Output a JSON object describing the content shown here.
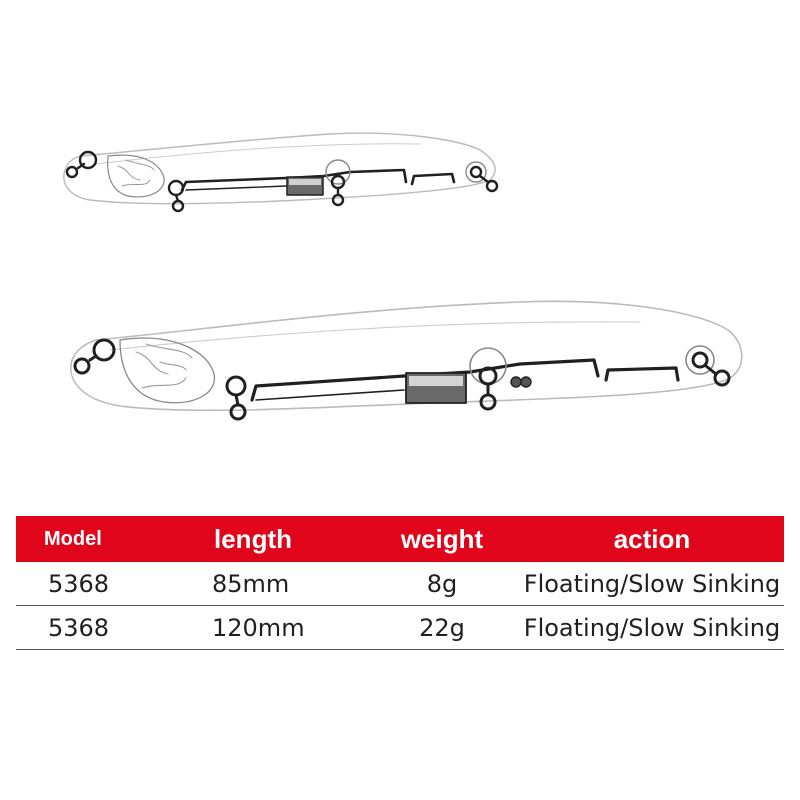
{
  "table": {
    "headers": {
      "model": "Model",
      "length": "length",
      "weight": "weight",
      "action": "action"
    },
    "rows": [
      {
        "model": "5368",
        "length": "85mm",
        "weight": "8g",
        "action": "Floating/Slow Sinking"
      },
      {
        "model": "5368",
        "length": "120mm",
        "weight": "22g",
        "action": "Floating/Slow Sinking"
      }
    ]
  },
  "colors": {
    "header_background": "#e1051b",
    "header_text": "#ffffff",
    "line_art": "#231f20"
  },
  "illustrations": [
    "fishing-lure-85mm",
    "fishing-lure-120mm"
  ]
}
